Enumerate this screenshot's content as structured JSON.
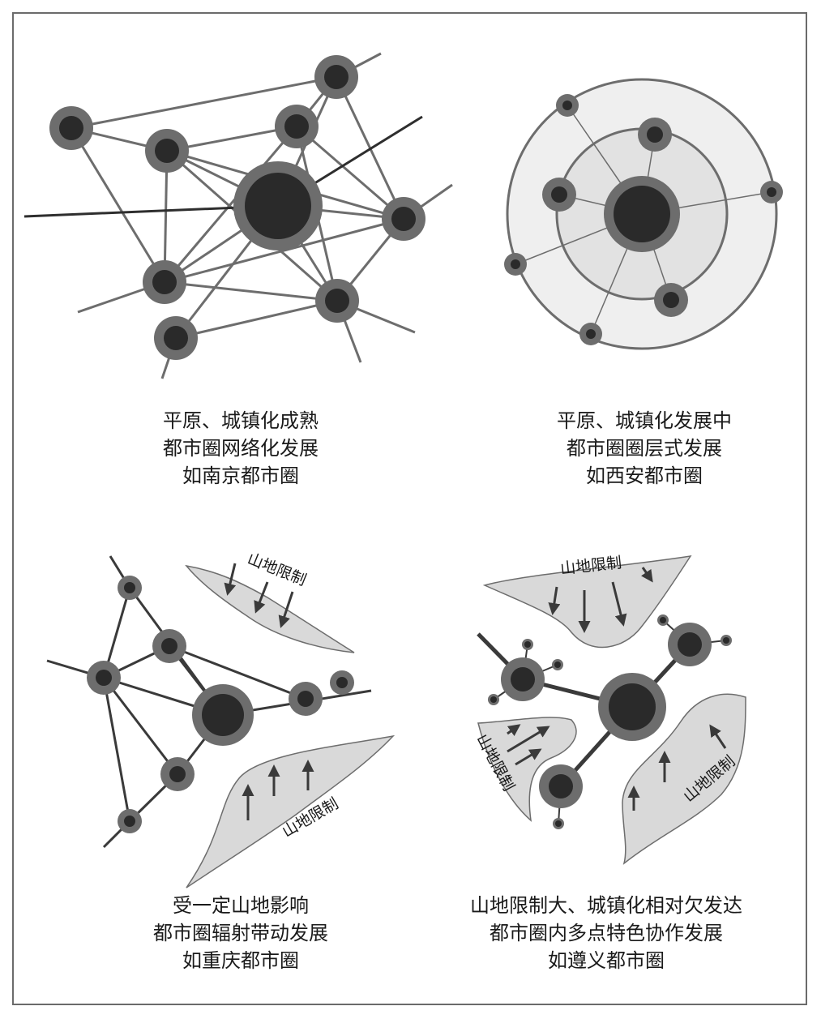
{
  "panels": {
    "network": {
      "caption": [
        "平原、城镇化成熟",
        "都市圈网络化发展",
        "如南京都市圈"
      ]
    },
    "layered": {
      "caption": [
        "平原、城镇化发展中",
        "都市圈圈层式发展",
        "如西安都市圈"
      ]
    },
    "radiation": {
      "caption": [
        "受一定山地影响",
        "都市圈辐射带动发展",
        "如重庆都市圈"
      ],
      "mountain_labels": [
        "山地限制",
        "山地限制"
      ]
    },
    "multipoint": {
      "caption": [
        "山地限制大、城镇化相对欠发达",
        "都市圈内多点特色协作发展",
        "如遵义都市圈"
      ],
      "mountain_labels": [
        "山地限制",
        "山地限制",
        "山地限制"
      ]
    }
  },
  "colors": {
    "node_outer": "#6d6d6d",
    "node_inner": "#2a2a2a",
    "line": "#6d6d6d",
    "mountain_fill": "#d9d9d9",
    "ring_fill_outer": "#efefef",
    "ring_fill_inner": "#e2e2e2"
  }
}
